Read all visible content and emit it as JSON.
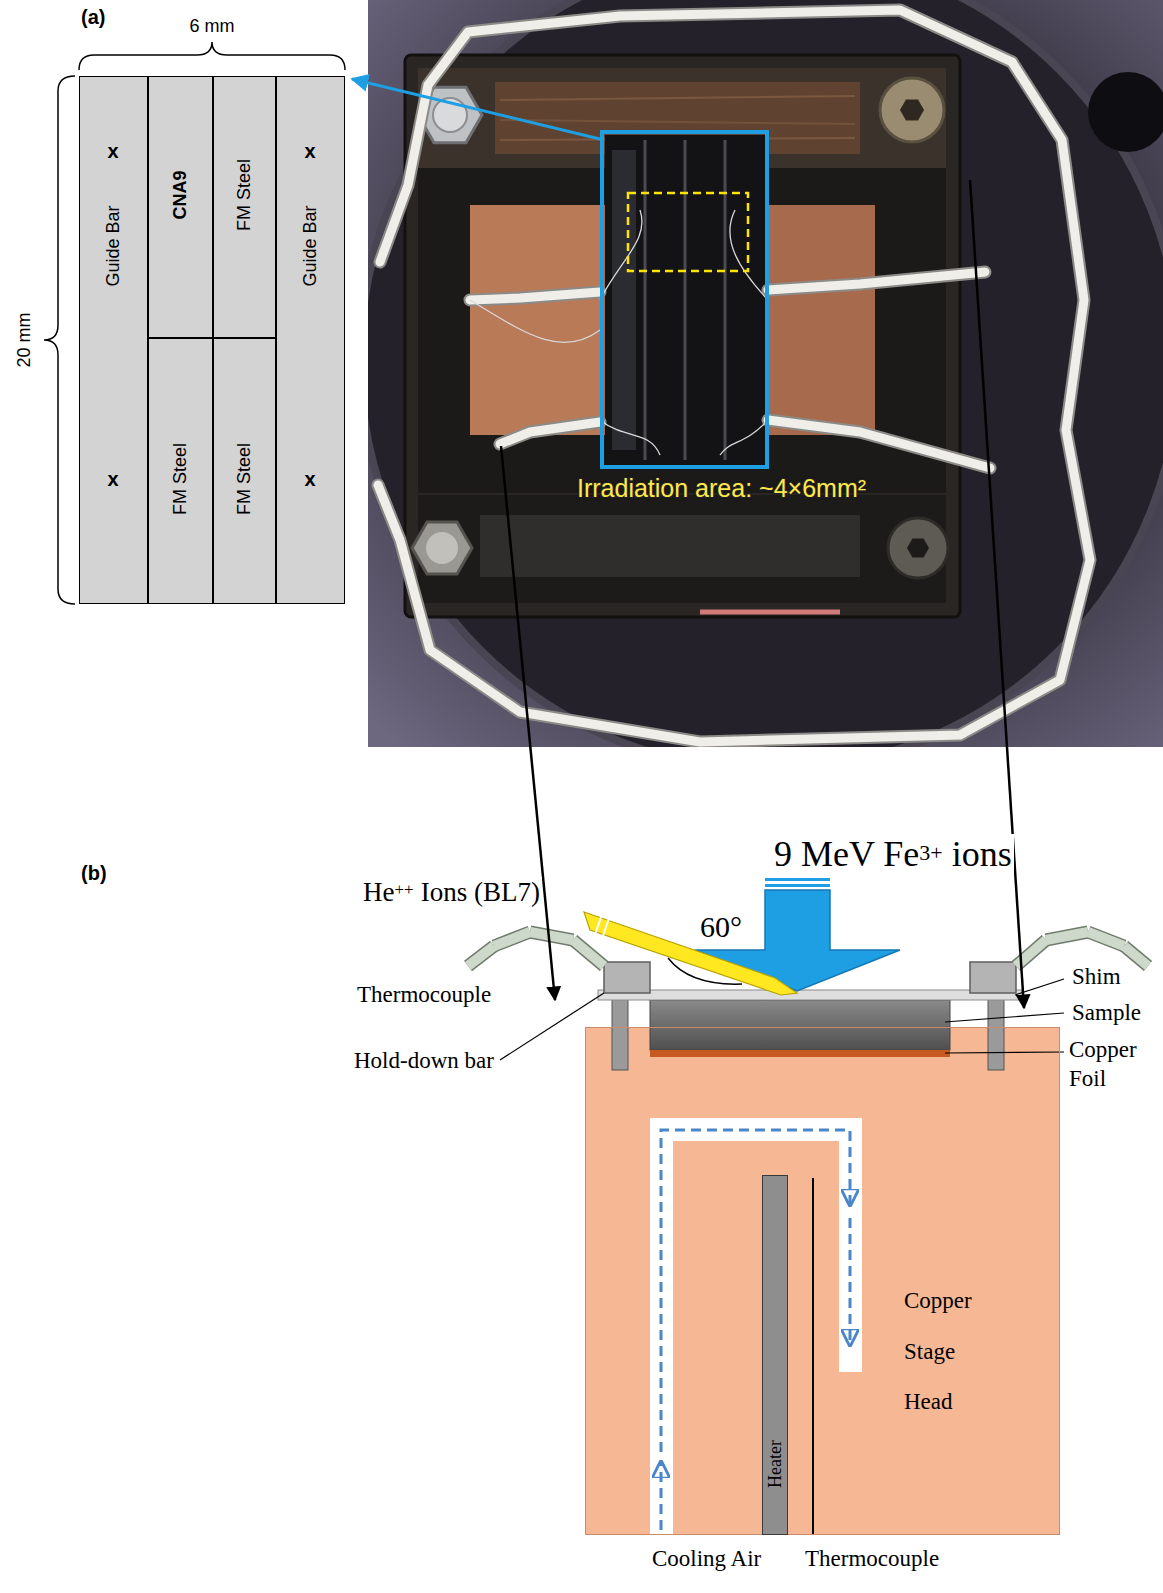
{
  "diagram": {
    "nodes": [
      {
        "text": [
          "x",
          "Guide Bar",
          "x"
        ]
      },
      {
        "text": [
          "CNA9"
        ]
      },
      {
        "text": [
          "FM Steel"
        ]
      },
      {
        "text": [
          "FM Steel"
        ]
      },
      {
        "text": [
          "FM Steel"
        ]
      },
      {
        "text": [
          "x",
          "Guide Bar",
          "x"
        ]
      },
      {
        "text": [
          "Copper Stage Head"
        ]
      },
      {
        "text": [
          "Heater"
        ],
        "in": 6
      }
    ],
    "labels": [
      "(a)",
      "6 mm",
      "20 mm",
      "Irradiation area: ~4×6mm²",
      "(b)",
      "9 MeV Fe",
      "3+",
      "ions",
      "60°",
      "He",
      "++",
      "Ions (BL7)",
      "Thermocouple",
      "Hold-down bar",
      "Shim",
      "Sample",
      "Copper Foil",
      "Cooling Air",
      "Thermocouple"
    ]
  }
}
